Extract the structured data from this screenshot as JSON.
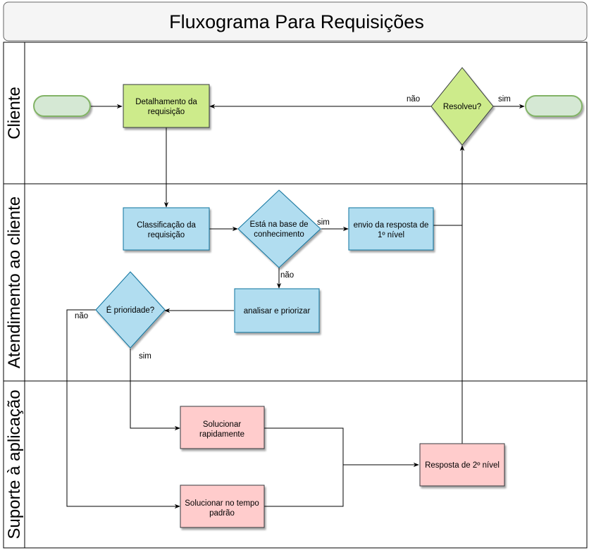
{
  "title": "Fluxograma Para Requisições",
  "lanes": [
    {
      "id": "cliente",
      "label": "Cliente"
    },
    {
      "id": "atendimento",
      "label": "Atendimento ao cliente"
    },
    {
      "id": "suporte",
      "label": "Suporte à aplicação"
    }
  ],
  "colors": {
    "green_fill": "#cdeb8b",
    "green_stroke": "#36393d",
    "blue_fill": "#b1ddf0",
    "blue_stroke": "#10739e",
    "red_fill": "#ffcccc",
    "red_stroke": "#36393d",
    "terminal_fill": "#d5e8d4",
    "terminal_stroke": "#82b366"
  },
  "nodes": {
    "detalhamento": [
      "Detalhamento da",
      "requisição"
    ],
    "resolveu": [
      "Resolveu?"
    ],
    "classificacao": [
      "Classificação da",
      "requisição"
    ],
    "base_conhecimento": [
      "Está na base de",
      "conhecimento"
    ],
    "envio_resposta": [
      "envio da resposta de",
      "1º nível"
    ],
    "analisar": [
      "analisar e priorizar"
    ],
    "prioridade": [
      "É prioridade?"
    ],
    "solucionar_rapido": [
      "Solucionar",
      "rapidamente"
    ],
    "solucionar_padrao": [
      "Solucionar no tempo",
      "padrão"
    ],
    "resposta_2": [
      "Resposta de 2º nível"
    ]
  },
  "edges": {
    "nao_resolveu": "não",
    "sim_resolveu": "sim",
    "sim_base": "sim",
    "nao_base": "não",
    "nao_prioridade": "não",
    "sim_prioridade": "sim"
  }
}
